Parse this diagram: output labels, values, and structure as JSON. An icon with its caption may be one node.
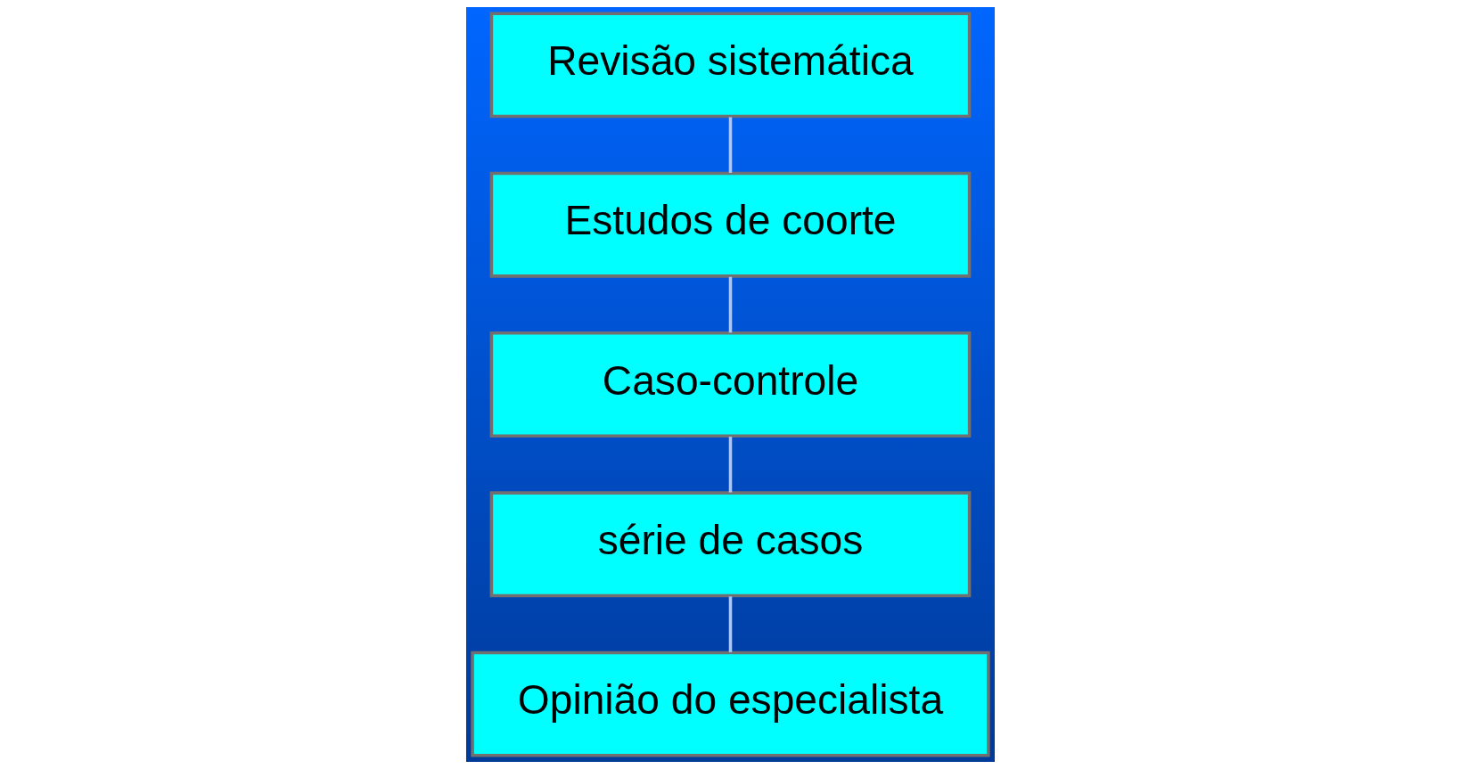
{
  "diagram": {
    "nodes": [
      {
        "text": [
          "Revisão sistemática"
        ]
      },
      {
        "text": [
          "Estudos de coorte"
        ]
      },
      {
        "text": [
          "Caso-controle"
        ]
      },
      {
        "text": [
          "série de casos"
        ]
      },
      {
        "text": [
          "Opinião do especialista"
        ]
      }
    ],
    "edges": [
      {
        "from": 0,
        "to": 1,
        "arrow": "none"
      },
      {
        "from": 1,
        "to": 2,
        "arrow": "none"
      },
      {
        "from": 2,
        "to": 3,
        "arrow": "none"
      },
      {
        "from": 3,
        "to": 4,
        "arrow": "none"
      }
    ]
  }
}
